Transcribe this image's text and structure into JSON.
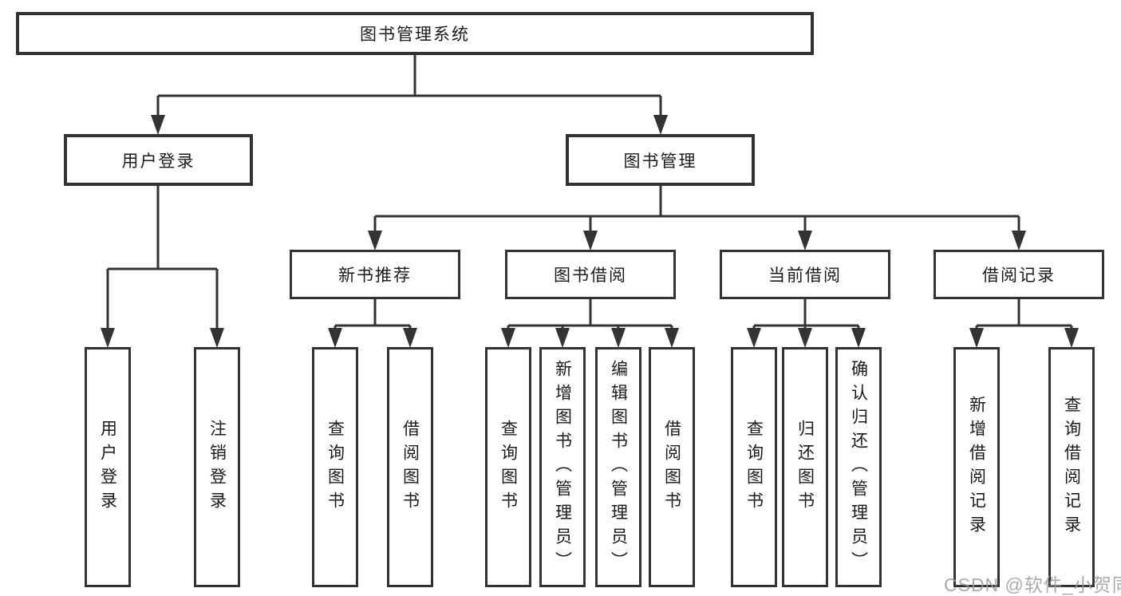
{
  "tree": {
    "label": "图书管理系统",
    "children": [
      {
        "label": "用户登录",
        "children": [
          {
            "label": "用户登录"
          },
          {
            "label": "注销登录"
          }
        ]
      },
      {
        "label": "图书管理",
        "children": [
          {
            "label": "新书推荐",
            "children": [
              {
                "label": "查询图书"
              },
              {
                "label": "借阅图书"
              }
            ]
          },
          {
            "label": "图书借阅",
            "children": [
              {
                "label": "查询图书"
              },
              {
                "label": "新增图书（管理员）"
              },
              {
                "label": "编辑图书（管理员）"
              },
              {
                "label": "借阅图书"
              }
            ]
          },
          {
            "label": "当前借阅",
            "children": [
              {
                "label": "查询图书"
              },
              {
                "label": "归还图书"
              },
              {
                "label": "确认归还（管理员）"
              }
            ]
          },
          {
            "label": "借阅记录",
            "children": [
              {
                "label": "新增借阅记录"
              },
              {
                "label": "查询借阅记录"
              }
            ]
          }
        ]
      }
    ]
  },
  "watermark": {
    "text": "CSDN @软件_小贺同学"
  },
  "colors": {
    "line": "#333333",
    "text": "#1a1a1a",
    "watermark": "#9c9c9c",
    "background": "#ffffff"
  }
}
